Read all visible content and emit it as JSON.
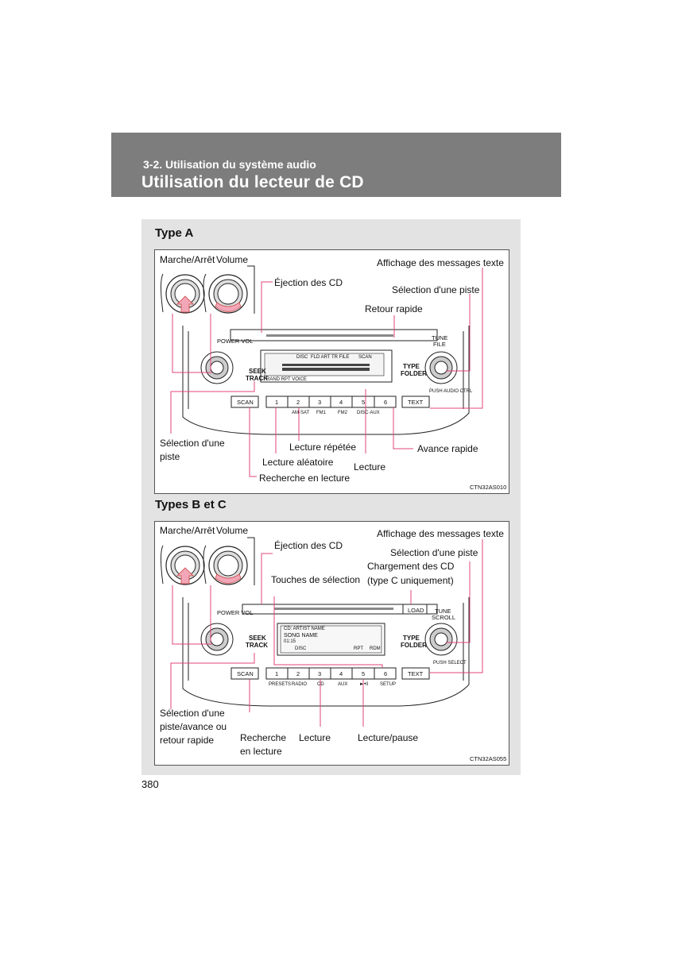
{
  "header": {
    "section": "3-2. Utilisation du système audio",
    "title": "Utilisation du lecteur de CD"
  },
  "type_a": {
    "title": "Type A",
    "labels": {
      "power": "Marche/Arrêt",
      "volume": "Volume",
      "eject": "Éjection des CD",
      "text_display": "Affichage des messages texte",
      "track_select": "Sélection d'une piste",
      "rewind": "Retour rapide",
      "track_select_left_1": "Sélection d'une",
      "track_select_left_2": "piste",
      "repeat": "Lecture répétée",
      "random": "Lecture aléatoire",
      "play": "Lecture",
      "fast_forward": "Avance rapide",
      "scan": "Recherche en lecture"
    },
    "code": "CTN32AS010",
    "radio": {
      "power_vol": "POWER VOL",
      "seek": "SEEK",
      "track": "TRACK",
      "tune": "TUNE",
      "file": "FILE",
      "type": "TYPE",
      "folder": "FOLDER",
      "push_audio": "PUSH AUDIO CTRL",
      "scan_btn": "SCAN",
      "text_btn": "TEXT",
      "presets": [
        "1",
        "2",
        "3",
        "4",
        "5",
        "6"
      ],
      "sub_labels": [
        "",
        "AM·SAT",
        "FM1",
        "FM2",
        "DISC·AUX",
        ""
      ],
      "display_disc": "DISC",
      "display_flags": "FLD ART TR FILE",
      "display_scan": "SCAN",
      "display_bottom": "RAND  RPT  VOICE"
    }
  },
  "type_bc": {
    "title": "Types B et C",
    "labels": {
      "power": "Marche/Arrêt",
      "volume": "Volume",
      "eject": "Éjection des CD",
      "text_display": "Affichage des messages texte",
      "track_select": "Sélection d'une piste",
      "load_1": "Chargement des CD",
      "load_2": "(type C uniquement)",
      "select_keys": "Touches de sélection",
      "left_1": "Sélection d'une",
      "left_2": "piste/avance ou",
      "left_3": "retour rapide",
      "scan_1": "Recherche",
      "scan_2": "en lecture",
      "play": "Lecture",
      "play_pause": "Lecture/pause"
    },
    "code": "CTN32AS055",
    "radio": {
      "power_vol": "POWER VOL",
      "seek": "SEEK",
      "track": "TRACK",
      "tune": "TUNE",
      "scroll": "SCROLL",
      "type": "TYPE",
      "folder": "FOLDER",
      "push_select": "PUSH SELECT",
      "load_btn": "LOAD",
      "scan_btn": "SCAN",
      "text_btn": "TEXT",
      "presets": [
        "1",
        "2",
        "3",
        "4",
        "5",
        "6"
      ],
      "sub_labels": [
        "PRESETS",
        "RADIO",
        "CD",
        "AUX",
        "►•II",
        "SETUP"
      ],
      "display_artist": "CD:  ARTIST NAME",
      "display_song": "SONG NAME",
      "display_time": "01:15",
      "display_disc": "DISC",
      "display_rpt": "RPT",
      "display_rdm": "RDM"
    }
  },
  "page_number": "380",
  "colors": {
    "header_bg": "#7d7d7d",
    "panel_bg": "#e3e3e3",
    "arrow_pink": "#f2a7b8",
    "pointer_line": "#e0447a"
  }
}
